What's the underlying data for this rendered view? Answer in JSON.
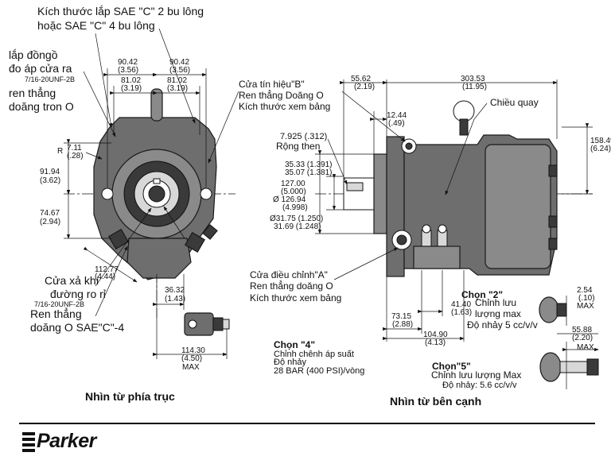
{
  "front": {
    "title": "Nhìn từ phía trục",
    "note_sae_line1": "Kích thước lắp SAE \"C\" 2 bu lông",
    "note_sae_line2": "hoặc SAE \"C\" 4 bu lông",
    "note_gauge_line1": "lắp đồngồ",
    "note_gauge_line2": "đo áp cửa ra",
    "note_gauge_line3": "7/16-20UNF-2B",
    "note_gauge_line4": "ren thẳng",
    "note_gauge_line5": "doăng tron O",
    "note_drain_line1": "Cửa xả khí",
    "note_drain_line2": "đường ro rỉ",
    "note_drain_line3": "7/16-20UNF-2B",
    "note_drain_line4": "Ren thẳng",
    "note_drain_line5": "doăng O SAE\"C\"-4",
    "dim_left1": "90.42",
    "dim_left1_in": "(3.56)",
    "dim_right1": "90.42",
    "dim_right1_in": "(3.56)",
    "dim_left2": "81.02",
    "dim_left2_in": "(3.19)",
    "dim_right2": "81.02",
    "dim_right2_in": "(3.19)",
    "dim_r": "R",
    "dim_r_val": "7.11",
    "dim_r_in": "(.28)",
    "dim_h1": "91.94",
    "dim_h1_in": "(3.62)",
    "dim_h2": "74.67",
    "dim_h2_in": "(2.94)",
    "dim_diag": "112.77",
    "dim_diag_in": "(4.44)",
    "dim_b": "36.32",
    "dim_b_in": "(1.43)",
    "dim_max": "114.30",
    "dim_max_in": "(4.50)",
    "dim_max_lbl": "MAX",
    "option4_title": "Chọn \"4\"",
    "option4_l1": "Chỉnh chênh áp suất",
    "option4_l2": "Độ nhảy",
    "option4_l3": "28 BAR (400 PSI)/vòng"
  },
  "side": {
    "title": "Nhìn từ bên cạnh",
    "port_b_l1": "Cửa tín hiệu\"B\"",
    "port_b_l2": "Ren thẳng Doăng O",
    "port_b_l3": "Kích thước xem bảng",
    "rotation": "Chiều quay",
    "key_l1": "7.925 (.312)",
    "key_l2": "Rộng then",
    "d_35a": "35.33 (1.391)",
    "d_35b": "35.07 (1.381)",
    "d_127": "127.00",
    "d_127_in": "(5.000)",
    "d_126": "Ø 126.94",
    "d_126_in": "(4.998)",
    "d_31a": "Ø31.75 (1.250)",
    "d_31b": "31.69 (1.248)",
    "d_5562": "55.62",
    "d_5562_in": "(2.19)",
    "d_1244": "12.44",
    "d_1244_in": "(.49)",
    "d_30353": "303.53",
    "d_30353_in": "(11.95)",
    "d_15849": "158.49",
    "d_15849_in": "(6.24)",
    "port_a_l1": "Cửa điều chỉnh\"A\"",
    "port_a_l2": "Ren thẳng doăng O",
    "port_a_l3": "Kích thước xem bảng",
    "d_7315": "73.15",
    "d_7315_in": "(2.88)",
    "d_4140": "41.40",
    "d_4140_in": "(1.63)",
    "d_10490": "104.90",
    "d_10490_in": "(4.13)",
    "option2_title": "Chọn \"2\"",
    "option2_l1": "Chỉnh lưu",
    "option2_l2": "lượng max",
    "option2_l3": "Độ nhảy 5 cc/v/v",
    "option5_title": "Chọn\"5\"",
    "option5_l1": "Chỉnh lưu lượng Max",
    "option5_l2": "Độ nhảy: 5.6   cc/v/v",
    "d_254": "2.54",
    "d_254_in": "(.10)",
    "d_254_max": "MAX",
    "d_5588": "55.88",
    "d_5588_in": "(2.20)",
    "d_5588_max": "MAX"
  },
  "brand": {
    "logo_text": "Parker"
  }
}
